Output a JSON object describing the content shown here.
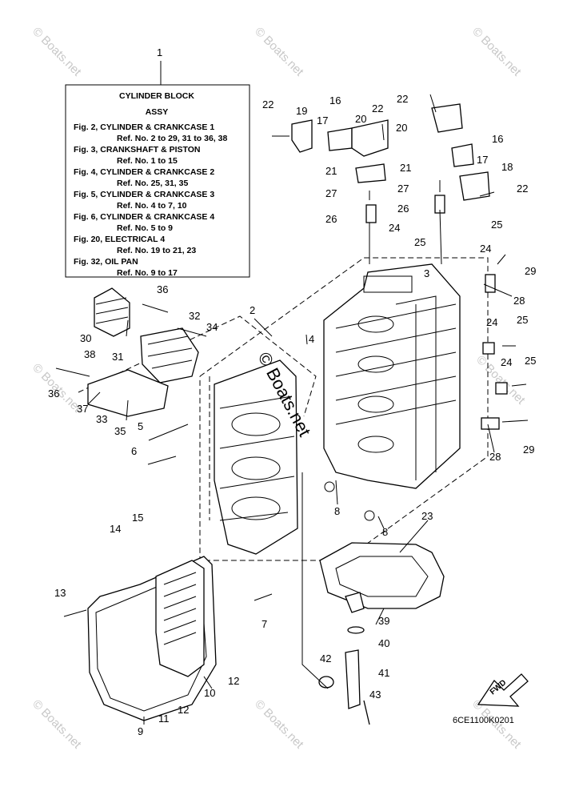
{
  "legend": {
    "lines": [
      "CYLINDER BLOCK",
      "ASSY",
      "Fig. 2, CYLINDER & CRANKCASE 1",
      "Ref. No. 2 to 29, 31 to 36, 38",
      "Fig. 3, CRANKSHAFT & PISTON",
      "Ref. No. 1 to 15",
      "Fig. 4, CYLINDER & CRANKCASE 2",
      "Ref. No. 25, 31, 35",
      "Fig. 5, CYLINDER & CRANKCASE 3",
      "Ref. No. 4 to 7, 10",
      "Fig. 6, CYLINDER & CRANKCASE 4",
      "Ref. No. 5 to 9",
      "Fig. 20, ELECTRICAL 4",
      "Ref. No. 19 to 21, 23",
      "Fig. 32, OIL PAN",
      "Ref. No. 9 to 17"
    ]
  },
  "callouts": [
    "1",
    "22",
    "19",
    "17",
    "16",
    "20",
    "22",
    "22",
    "20",
    "16",
    "17",
    "18",
    "22",
    "21",
    "27",
    "26",
    "21",
    "27",
    "26",
    "25",
    "24",
    "25",
    "24",
    "3",
    "29",
    "28",
    "36",
    "32",
    "30",
    "34",
    "31",
    "2",
    "4",
    "24",
    "25",
    "24",
    "25",
    "38",
    "36",
    "37",
    "33",
    "35",
    "5",
    "6",
    "28",
    "29",
    "8",
    "8",
    "23",
    "15",
    "14",
    "13",
    "7",
    "39",
    "40",
    "42",
    "41",
    "43",
    "12",
    "10",
    "12",
    "11",
    "9"
  ],
  "watermark": "© Boats.net",
  "center_watermark": "© Boats.net",
  "diagram_code": "6CE1100K0201",
  "fwd_label": "FWD"
}
